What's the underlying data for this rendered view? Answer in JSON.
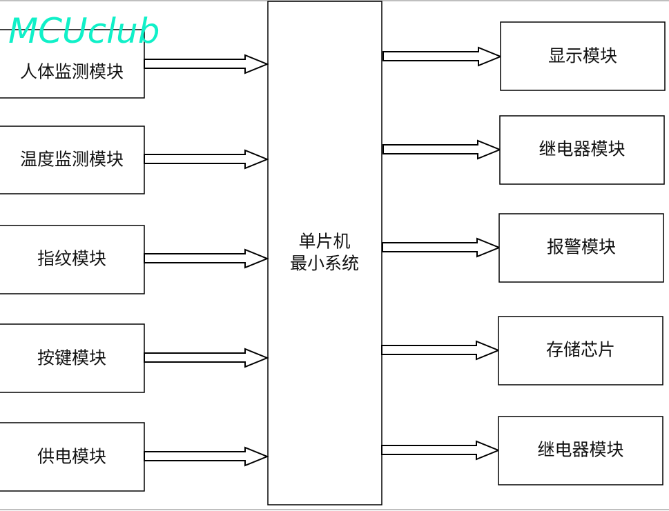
{
  "watermark": "MCUclub",
  "center": {
    "line1": "单片机",
    "line2": "最小系统"
  },
  "inputs": [
    "人体监测模块",
    "温度监测模块",
    "指纹模块",
    "按键模块",
    "供电模块"
  ],
  "outputs": [
    "显示模块",
    "继电器模块",
    "报警模块",
    "存储芯片",
    "继电器模块"
  ]
}
